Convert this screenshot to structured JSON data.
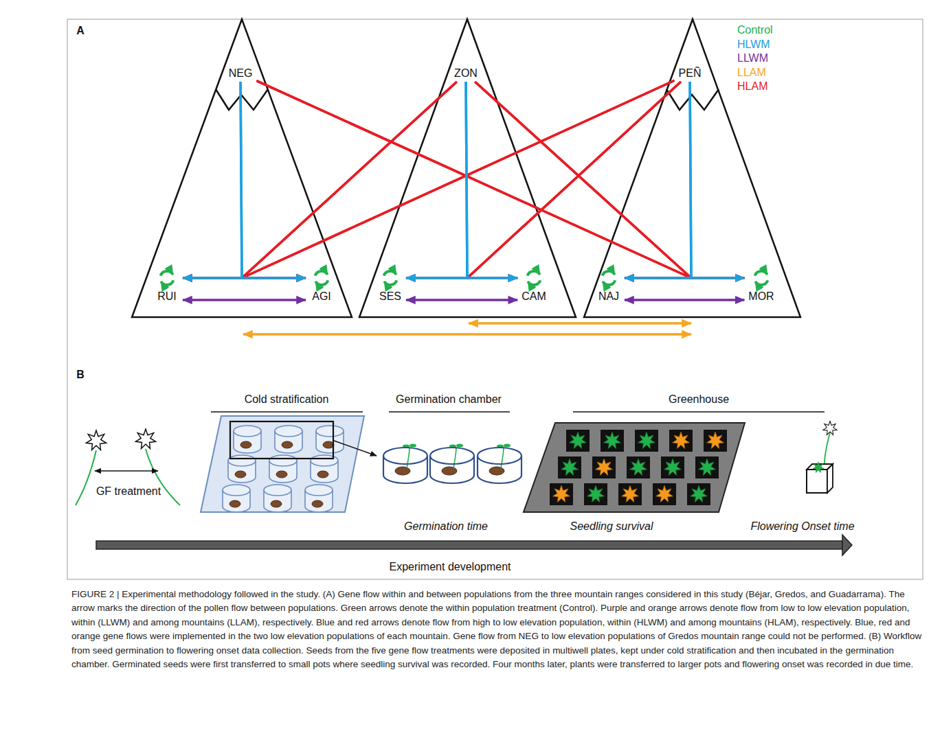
{
  "diagram": {
    "caption": "FIGURE 2 | Experimental methodology followed in the study. (A) Gene flow within and between populations from the three mountain ranges considered in this study (Béjar, Gredos, and Guadarrama). The arrow marks the direction of the pollen flow between populations. Green arrows denote the within population treatment (Control). Purple and orange arrows denote flow from low to low elevation population, within (LLWM) and among mountains (LLAM), respectively. Blue and red arrows denote flow from high to low elevation population, within (HLWM) and among mountains (HLAM), respectively. Blue, red and orange gene flows were implemented in the two low elevation populations of each mountain. Gene flow from NEG to low elevation populations of Gredos mountain range could not be performed. (B) Workflow from seed germination to flowering onset data collection. Seeds from the five gene flow treatments were deposited in multiwell plates, kept under cold stratification and then incubated in the germination chamber. Germinated seeds were first transferred to small pots where seedling survival was recorded. Four months later, plants were transferred to larger pots and flowering onset was recorded in due time.",
    "nodes": [
      {
        "text": [
          "NEG"
        ]
      },
      {
        "text": [
          "ZON"
        ]
      },
      {
        "text": [
          "PEÑ"
        ]
      },
      {
        "text": [
          "RUI"
        ]
      },
      {
        "text": [
          "AGI"
        ]
      },
      {
        "text": [
          "SES"
        ]
      },
      {
        "text": [
          "CAM"
        ]
      },
      {
        "text": [
          "NAJ"
        ]
      },
      {
        "text": [
          "MOR"
        ]
      }
    ],
    "edges": [
      {
        "from": 0,
        "to": 3,
        "arrow": "to"
      },
      {
        "from": 0,
        "to": 4,
        "arrow": "to"
      },
      {
        "from": 1,
        "to": 5,
        "arrow": "to"
      },
      {
        "from": 1,
        "to": 6,
        "arrow": "to"
      },
      {
        "from": 2,
        "to": 7,
        "arrow": "to"
      },
      {
        "from": 2,
        "to": 8,
        "arrow": "to"
      },
      {
        "from": 0,
        "to": 7,
        "arrow": "to"
      },
      {
        "from": 0,
        "to": 8,
        "arrow": "to"
      },
      {
        "from": 1,
        "to": 3,
        "arrow": "to"
      },
      {
        "from": 1,
        "to": 4,
        "arrow": "to"
      },
      {
        "from": 1,
        "to": 7,
        "arrow": "to"
      },
      {
        "from": 1,
        "to": 8,
        "arrow": "to"
      },
      {
        "from": 2,
        "to": 3,
        "arrow": "to"
      },
      {
        "from": 2,
        "to": 4,
        "arrow": "to"
      },
      {
        "from": 2,
        "to": 5,
        "arrow": "to"
      },
      {
        "from": 2,
        "to": 6,
        "arrow": "to"
      },
      {
        "from": 3,
        "to": 4,
        "arrow": "both"
      },
      {
        "from": 5,
        "to": 6,
        "arrow": "both"
      },
      {
        "from": 7,
        "to": 8,
        "arrow": "both"
      }
    ],
    "labels": [
      "A",
      "B",
      "GF treatment",
      "Cold stratification",
      "Germination chamber",
      "Greenhouse",
      "Germination time",
      "Seedling survival",
      "Flowering Onset time",
      "Experiment development"
    ],
    "legend": [
      {
        "text": "Control",
        "color": "#22b14c"
      },
      {
        "text": "HLWM",
        "color": "#1ba1e2"
      },
      {
        "text": "LLWM",
        "color": "#7030a0"
      },
      {
        "text": "LLAM",
        "color": "#f5a623"
      },
      {
        "text": "HLAM",
        "color": "#e81c24"
      }
    ]
  }
}
